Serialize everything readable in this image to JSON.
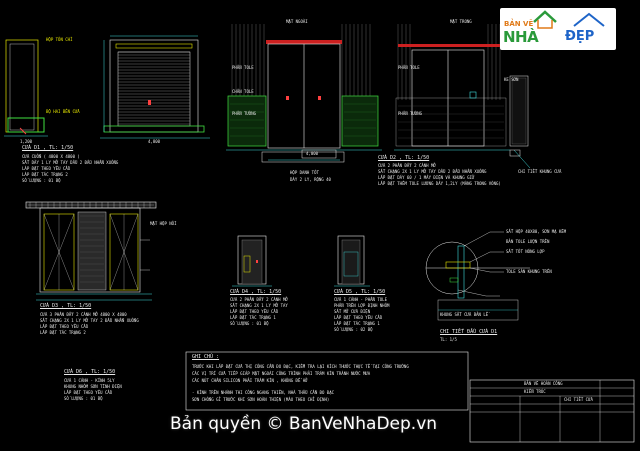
{
  "watermark": {
    "text": "Bản quyền © BanVeNhaDep.vn"
  },
  "logo": {
    "banve": "BẢN VẼ",
    "nha": "NHÀ",
    "dep": "ĐẸP"
  },
  "top_labels": {
    "mat_ngoai": "MẶT NGOÀI",
    "mat_trong": "MẶT TRONG"
  },
  "door_d1": {
    "hop_ton": "HỘP TÔN CHÌ",
    "bo_hai_ben": "BỘ HAI BÊN CỬA",
    "dim_left": "1,200",
    "dim_mid": "4,800",
    "title": "CỬA D1 , TL: 1/50",
    "lines": [
      "CỬA CUỐN ( 4800 X 4800 )",
      "SẮT DÀY 1 LY MỞ TAY DẦU 2 ĐẦU NHẤN XUỐNG",
      "LÁP ĐẶT THEO YÊU CẦU",
      "LÁP ĐẶT TÁC TRẠNG 2",
      "SỐ LƯỢNG : 01 BỘ"
    ]
  },
  "door_d2": {
    "phan_tole": "PHẦN TOLE",
    "chan_tole": "CHÂN TOLE",
    "phan_tuong": "PHẦN TƯỜNG",
    "dim": "4,000",
    "title": "CỬA D2 , TL: 1/50",
    "bottom_note_1": "HỘP DANH TỐT",
    "bottom_note_2": "DÀY 2 LY, RỘNG 40",
    "lines": [
      "CỬA 2 PHÂN ĐẦY 2 CÁNH MỞ",
      "SẮT CHẠNG 2X 1 LY MỞ TAY DẦU 2 ĐẦU NHẤN XUỐNG",
      "LẮP ĐẶT DÁY 60 / 1 MÁY ĐIỆN VÀ KHUNG GIỮ",
      "LẮP ĐẶT THÊM TOLE LƯƠNG DÀY 1,2LY (MÀNG TRONG VÒNG)"
    ]
  },
  "right_sec": {
    "ke_son": "KE SƠN",
    "detail_note": "CHI TIẾT KHUNG CỬA"
  },
  "door_d3": {
    "label": "MẶT HỘP NỐI",
    "title": "CỬA D3 , TL: 1/50",
    "lines": [
      "CỬA 3 PHÂN ĐẦY 2 CÁNH MỞ 4800 X 4800",
      "SẮT CHẠNG 2X 1 LY MỞ TAY 2 ĐẦU NHẤN XUỐNG",
      "LẮP ĐẶT THEO YÊU CẦU",
      "LẮP ĐẶT TÁC TRẠNG 2"
    ]
  },
  "door_d4": {
    "title": "CỬA D4 , TL: 1/50",
    "lines": [
      "CỬA 2 PHÂN ĐẦY 2 CÁNH MỞ",
      "SẮT CHẠNG 2X 1 LY MỞ TAY",
      "LẮP ĐẶT THEO YÊU CẦU",
      "LẮP ĐẶT TÁC TRẠNG 1",
      "SỐ LƯỢNG : 01 BỘ"
    ]
  },
  "door_d5": {
    "title": "CỬA D5 , TL: 1/50",
    "lines": [
      "CỬA 1 CÁNH - PHẦN TOLE",
      "PHẦN TRÊN LỢP ĐỊNH NHÔM",
      "SẮT MỞ CỬA ĐIỆN",
      "LẮP ĐẶT THEO YÊU CẦU",
      "LẮP ĐẶT TÁC TRẠNG 1",
      "SỐ LƯỢNG : 02 BỘ"
    ]
  },
  "door_d6": {
    "title": "CỬA D6 , TL: 1/50",
    "lines": [
      "CỬA 1 CÁNH - KÍNH 5LY",
      "KHUNG NHÔM SƠN TĨNH ĐIỆN",
      "LẮP ĐẶT THEO YÊU CẦU",
      "SỐ LƯỢNG : 01 BỘ"
    ]
  },
  "detail": {
    "labels": [
      "SẮT HỘP 40X80, SƠN MẠ KẼM",
      "BẢN TOLE LƯỢN TRÊN",
      "SẮT TỐT NÓNG LỢP",
      "TOLE SÀN KHUNG TRÊN"
    ],
    "bottom_label": "KHUNG SẮT CỬA BẢN LỀ",
    "title": "CHI TIẾT ĐẦU CỬA D1",
    "subtitle": "TL: 1/5"
  },
  "notes": {
    "title": "GHI CHÚ :",
    "lines": [
      "TRƯỚC KHI LẮP ĐẶT CỬA THỊ CÔNG CẦN ĐO ĐẠC, KIỂM TRA LẠI KÍCH THƯỚC THỰC TẾ TẠI CÔNG TRƯỜNG",
      "CÁC VỊ TRÍ CỬA TIẾP GIÁP MẶT NGOÀI CÔNG TRÌNH PHẢI TRÁM KÍN TRÁNH NƯỚC MƯA",
      "CÁC NÚT CHÂN SILICON PHẢI TRÁM KÍN , KHÔNG ĐỂ HỞ",
      "- KÍNH TRÊN NHÁNH THI CÔNG NGANG THIÊN, NHÀ THẦU CẦN ĐO ĐẠC",
      "SƠN CHỐNG GỈ TRƯỚC KHI SƠN HOÀN THIỆN (MÀU THEO CHỈ ĐỊNH)"
    ]
  },
  "title_block": {
    "r1": "BẢN VẼ HOÀN CÔNG",
    "r2": "KIẾN TRÚC",
    "r3": "CHI TIẾT CỬA"
  }
}
